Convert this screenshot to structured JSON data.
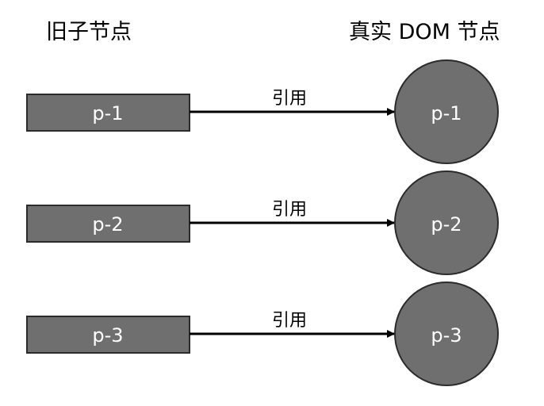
{
  "headings": {
    "old_children": "旧子节点",
    "real_dom": "真实 DOM 节点"
  },
  "rows": [
    {
      "old": "p-1",
      "edge": "引用",
      "dom": "p-1"
    },
    {
      "old": "p-2",
      "edge": "引用",
      "dom": "p-2"
    },
    {
      "old": "p-3",
      "edge": "引用",
      "dom": "p-3"
    }
  ],
  "colors": {
    "node_fill": "#6f6f6f",
    "node_stroke": "#2b2b2b",
    "arrow": "#000000"
  }
}
